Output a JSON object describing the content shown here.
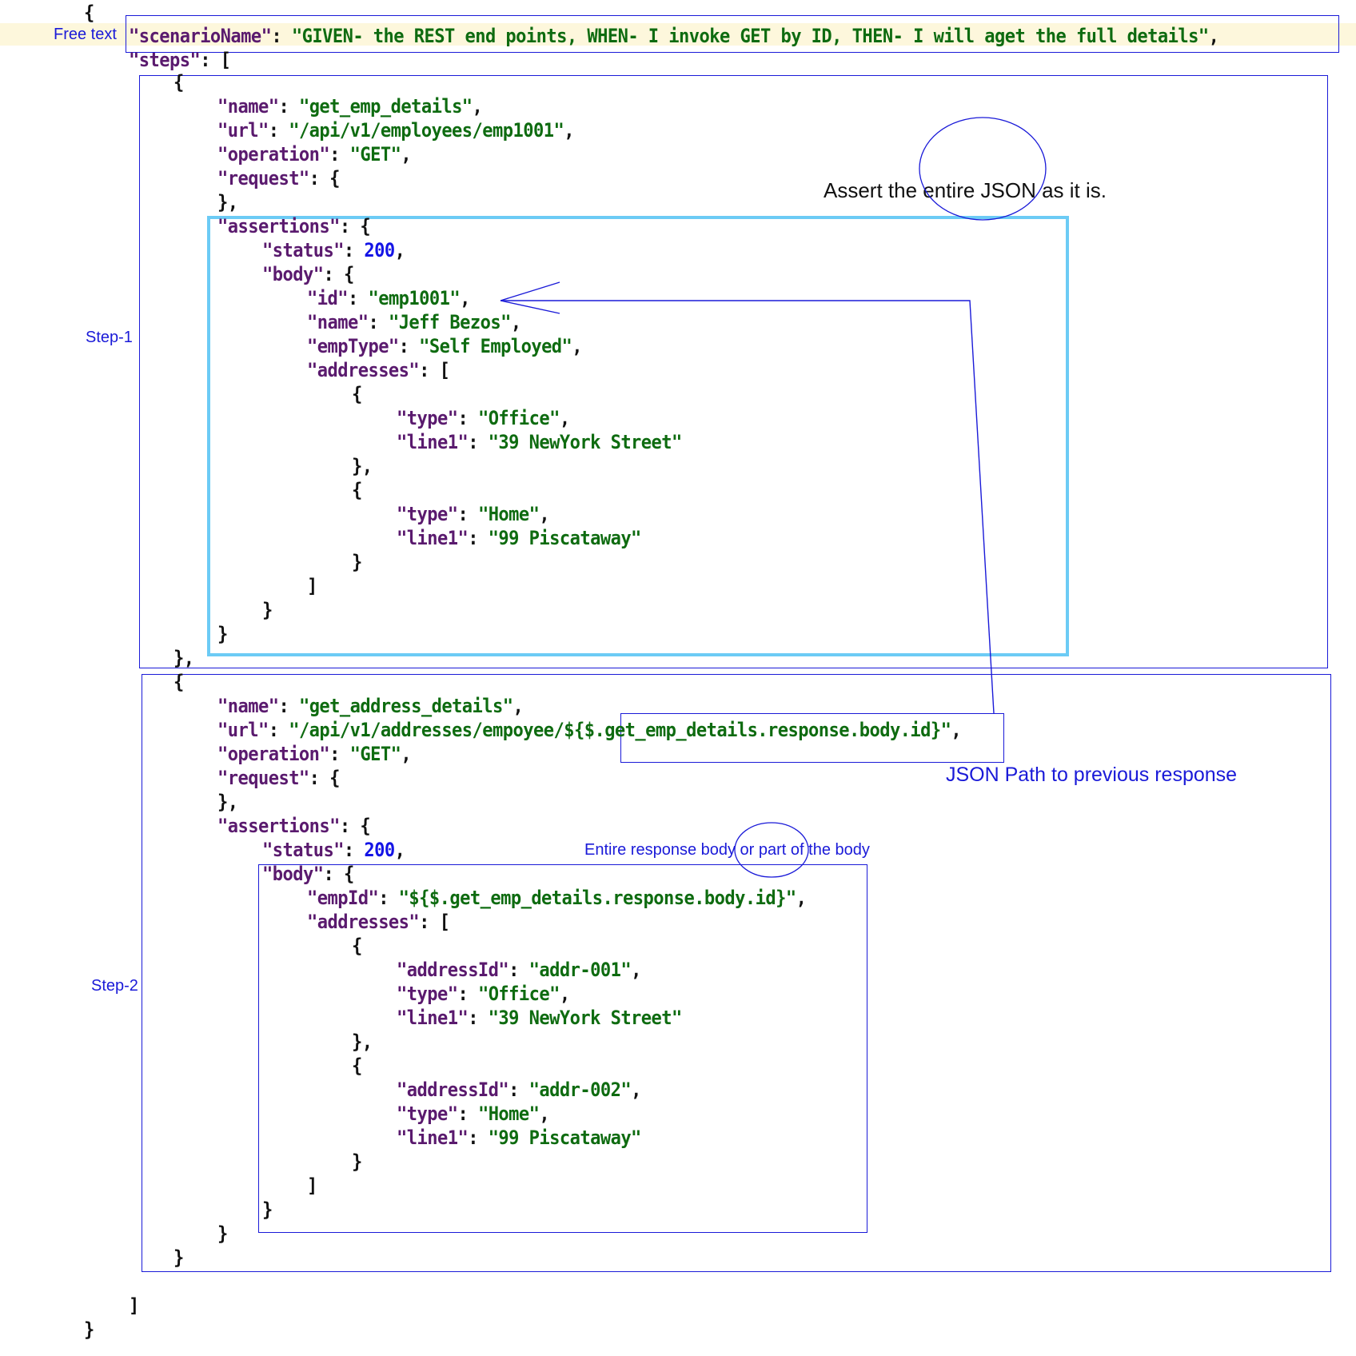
{
  "annotations": {
    "free_text": "Free text",
    "step1": "Step-1",
    "step2": "Step-2",
    "assert_entire": "Assert the entire JSON as it is.",
    "json_path_note": "JSON Path to previous response",
    "entire_or_part": "Entire response body or part of the body"
  },
  "code": {
    "open_root": "{",
    "scenario_key": "\"scenarioName\"",
    "scenario_value": "\"GIVEN- the REST end points, WHEN- I invoke GET by ID, THEN- I will aget the full details\"",
    "steps_key": "\"steps\"",
    "close_steps": "]",
    "close_root": "}",
    "step1": {
      "name_key": "\"name\"",
      "name_value": "\"get_emp_details\"",
      "url_key": "\"url\"",
      "url_value": "\"/api/v1/employees/emp1001\"",
      "operation_key": "\"operation\"",
      "operation_value": "\"GET\"",
      "request_key": "\"request\"",
      "assertions_key": "\"assertions\"",
      "status_key": "\"status\"",
      "status_value": "200",
      "body_key": "\"body\"",
      "id_key": "\"id\"",
      "id_value": "\"emp1001\"",
      "emp_name_key": "\"name\"",
      "emp_name_value": "\"Jeff Bezos\"",
      "empType_key": "\"empType\"",
      "empType_value": "\"Self Employed\"",
      "addresses_key": "\"addresses\"",
      "addresses": [
        {
          "type_key": "\"type\"",
          "type_value": "\"Office\"",
          "line1_key": "\"line1\"",
          "line1_value": "\"39 NewYork Street\""
        },
        {
          "type_key": "\"type\"",
          "type_value": "\"Home\"",
          "line1_key": "\"line1\"",
          "line1_value": "\"99 Piscataway\""
        }
      ]
    },
    "step2": {
      "name_key": "\"name\"",
      "name_value": "\"get_address_details\"",
      "url_key": "\"url\"",
      "url_value_prefix": "\"/api/v1/addresses/empoyee/${",
      "url_value_path": "$.get_emp_details.response.body.id",
      "url_value_suffix": "}\"",
      "operation_key": "\"operation\"",
      "operation_value": "\"GET\"",
      "request_key": "\"request\"",
      "assertions_key": "\"assertions\"",
      "status_key": "\"status\"",
      "status_value": "200",
      "body_key": "\"body\"",
      "empId_key": "\"empId\"",
      "empId_value": "\"${$.get_emp_details.response.body.id}\"",
      "addresses_key": "\"addresses\"",
      "addresses": [
        {
          "addressId_key": "\"addressId\"",
          "addressId_value": "\"addr-001\"",
          "type_key": "\"type\"",
          "type_value": "\"Office\"",
          "line1_key": "\"line1\"",
          "line1_value": "\"39 NewYork Street\""
        },
        {
          "addressId_key": "\"addressId\"",
          "addressId_value": "\"addr-002\"",
          "type_key": "\"type\"",
          "type_value": "\"Home\"",
          "line1_key": "\"line1\"",
          "line1_value": "\"99 Piscataway\""
        }
      ]
    }
  },
  "colors": {
    "key": "#5a1a6e",
    "string": "#0e6b10",
    "number": "#1414e6",
    "annotation_blue": "#1a1ad8",
    "highlight_box": "#6ccbf5",
    "highlight_row": "#fdf7dc"
  }
}
